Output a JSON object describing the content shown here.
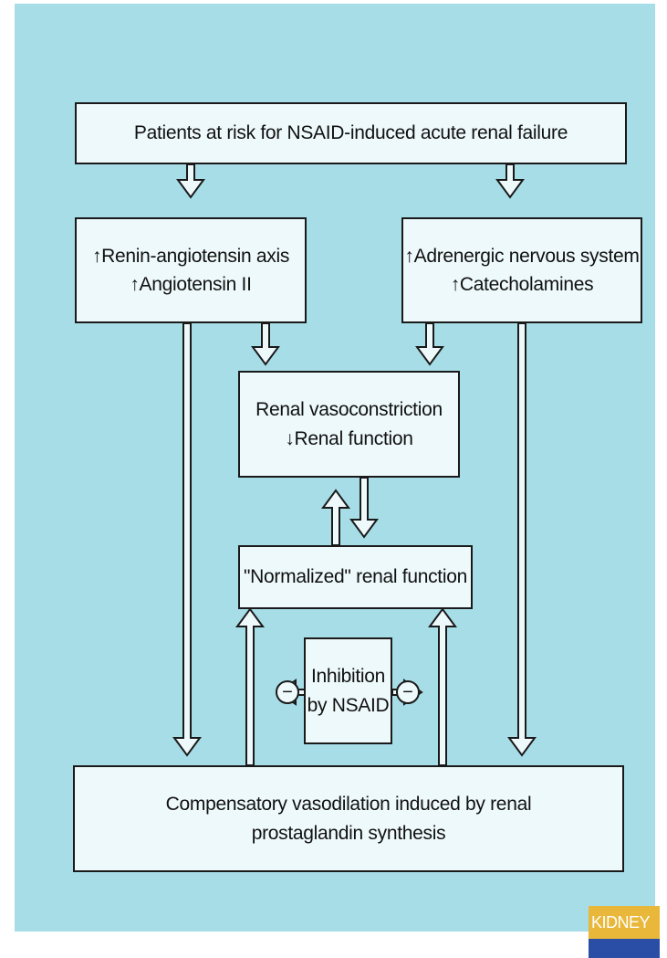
{
  "boxes": {
    "top": "Patients at risk for NSAID-induced acute renal failure",
    "left_line1": "↑Renin-angiotensin axis",
    "left_line2": "↑Angiotensin II",
    "right_line1": "↑Adrenergic nervous system",
    "right_line2": "↑Catecholamines",
    "vaso_line1": "Renal vasoconstriction",
    "vaso_line2": "↓Renal function",
    "normalized": "\"Normalized\" renal function",
    "inhibition_line1": "Inhibition",
    "inhibition_line2": "by NSAID",
    "bottom_line1": "Compensatory vasodilation induced by renal",
    "bottom_line2": "prostaglandin synthesis"
  },
  "inhibition_symbols": [
    "−",
    "−"
  ],
  "logo": {
    "text": "KIDNEY"
  },
  "colors": {
    "background": "#a6dde7",
    "box_fill": "#eef9fb",
    "stroke": "#1a1a1a"
  }
}
